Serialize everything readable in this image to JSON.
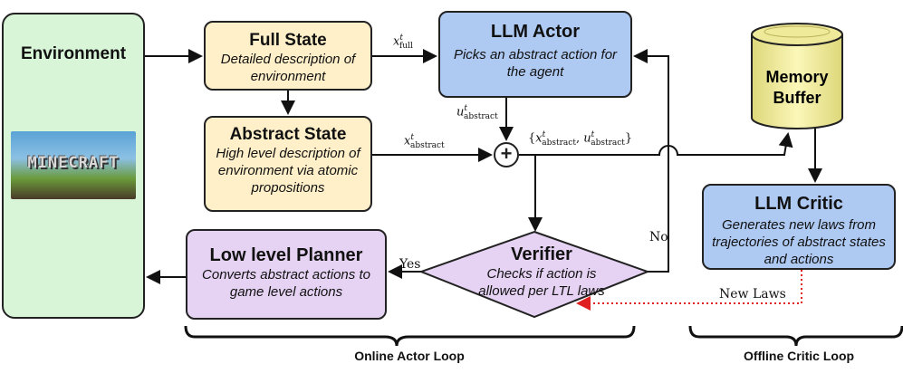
{
  "environment": {
    "title": "Environment",
    "logo_text": "MINECRAFT"
  },
  "full_state": {
    "title": "Full State",
    "desc": "Detailed description of environment"
  },
  "abstract_state": {
    "title": "Abstract State",
    "desc": "High level description of environment via atomic propositions"
  },
  "llm_actor": {
    "title": "LLM Actor",
    "desc": "Picks an abstract action for the agent"
  },
  "memory_buffer": {
    "title": "Memory Buffer"
  },
  "llm_critic": {
    "title": "LLM Critic",
    "desc": "Generates new laws from trajectories of abstract states and actions"
  },
  "verifier": {
    "title": "Verifier",
    "desc": "Checks if action is allowed per LTL laws"
  },
  "planner": {
    "title": "Low level Planner",
    "desc": "Converts abstract actions to game level actions"
  },
  "edge_labels": {
    "x_full_base": "x",
    "x_full_sup": "t",
    "x_full_sub": "full",
    "u_abs_base": "u",
    "u_abs_sup": "t",
    "u_abs_sub": "abstract",
    "x_abs_base": "x",
    "x_abs_sup": "t",
    "x_abs_sub": "abstract",
    "pair_open": "{",
    "pair_comma": ",",
    "pair_close": "}",
    "yes": "Yes",
    "no": "No",
    "new_laws": "New Laws",
    "plus": "+"
  },
  "loops": {
    "online": "Online Actor Loop",
    "offline": "Offline Critic Loop"
  },
  "colors": {
    "environment": "#d8f5d7",
    "state": "#fff0c9",
    "llm": "#aec9f2",
    "planner": "#e6d3f3",
    "new_laws_arrow": "#e02020",
    "memory": "#f4ef9a"
  }
}
